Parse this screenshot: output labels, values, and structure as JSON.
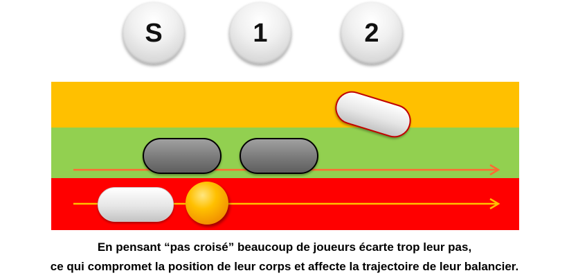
{
  "steps": {
    "s_label": "S",
    "one_label": "1",
    "two_label": "2"
  },
  "colors": {
    "top_band": "#ffc000",
    "middle_band": "#92d050",
    "bottom_band": "#ff0000",
    "middle_arrow": "#ff6a33",
    "bottom_arrow": "#ffc000"
  },
  "caption": {
    "line1": "En pensant “pas croisé” beaucoup de joueurs écarte trop leur pas,",
    "line2": "ce qui compromet la position de leur corps et affecte la trajectoire de leur balancier."
  }
}
